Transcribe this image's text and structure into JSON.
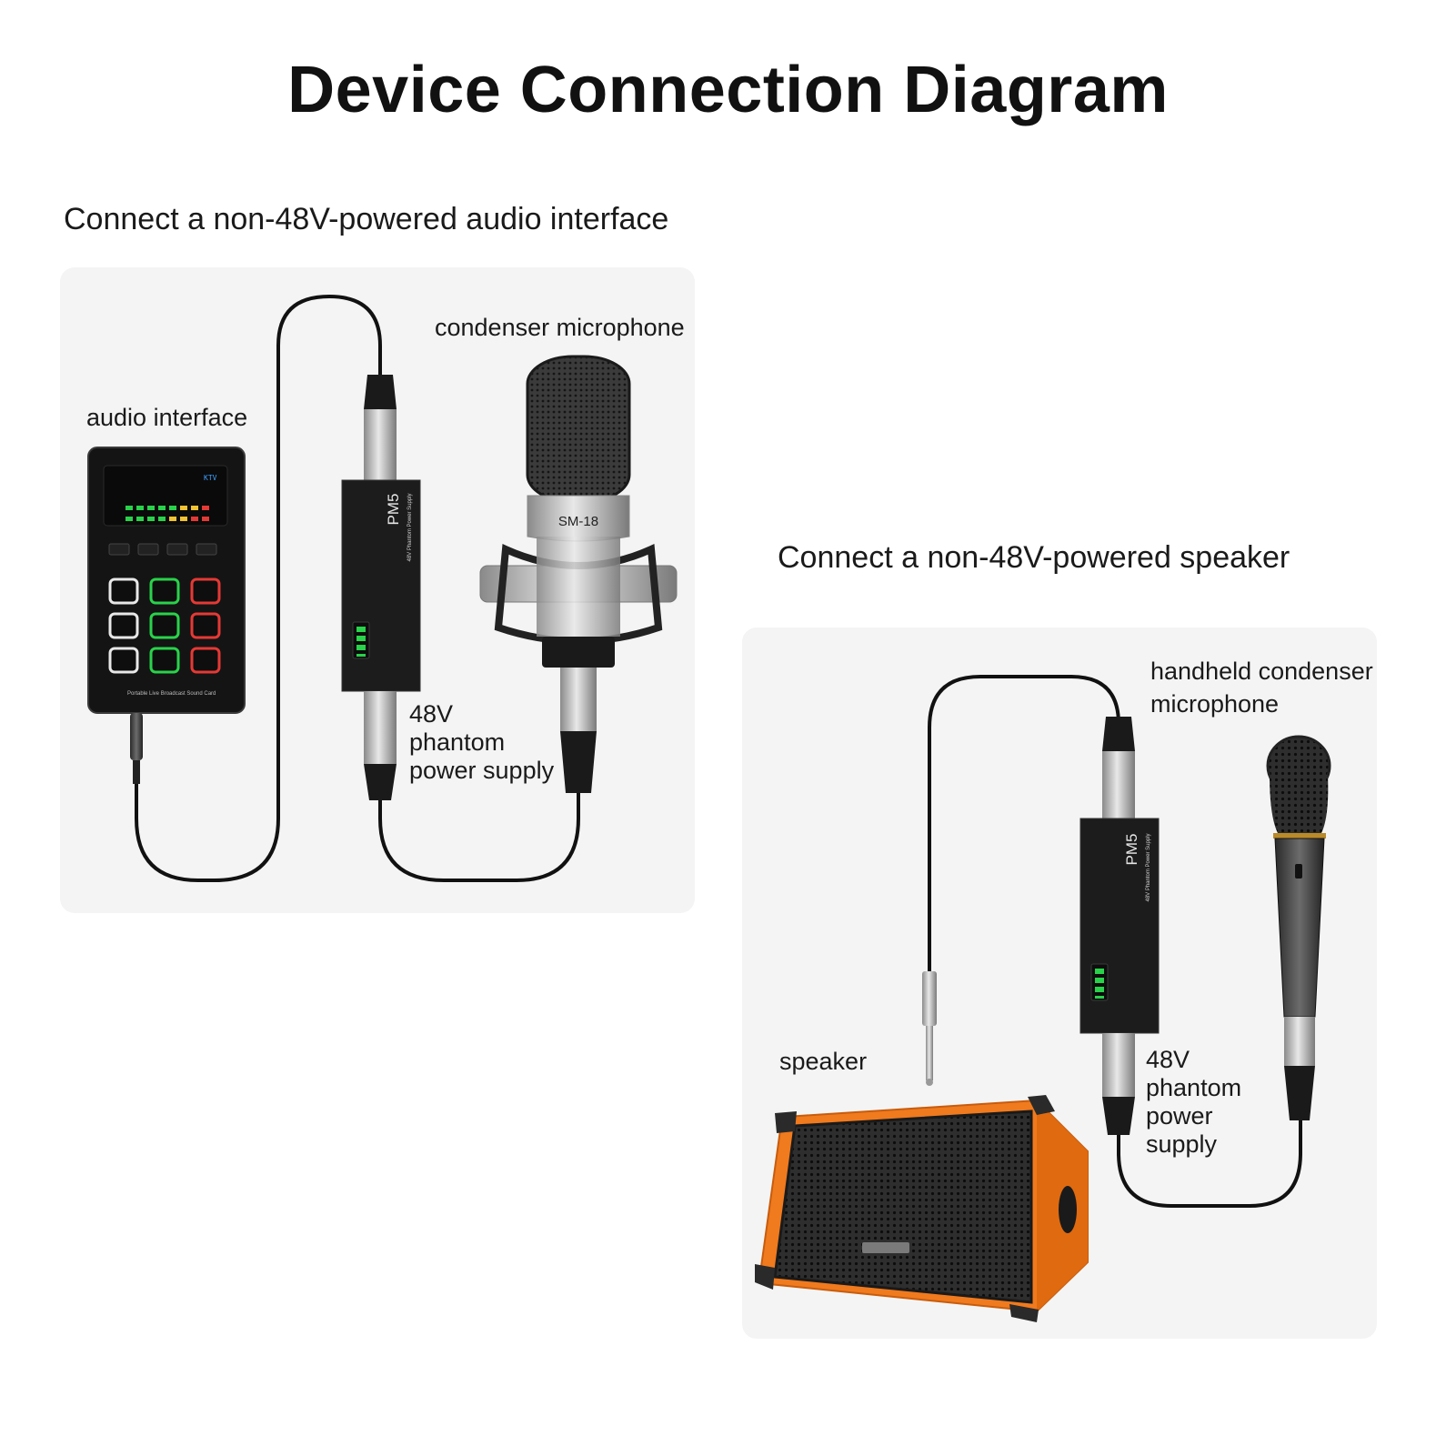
{
  "title": "Device Connection Diagram",
  "section1": {
    "heading": "Connect a non-48V-powered audio interface",
    "labels": {
      "audio_interface": "audio interface",
      "condenser_microphone": "condenser microphone",
      "phantom_line1": "48V",
      "phantom_line2": "phantom",
      "phantom_line3": "power supply"
    },
    "device": {
      "model": "PM5",
      "sub": "48V Phantom Power Supply"
    },
    "mic_model": "SM-18",
    "interface_tag": "KTV",
    "interface_footer": "Portable Live Broadcast Sound Card"
  },
  "section2": {
    "heading": "Connect a non-48V-powered speaker",
    "labels": {
      "handheld_line1": "handheld condenser",
      "handheld_line2": "microphone",
      "speaker": "speaker",
      "phantom_line1": "48V",
      "phantom_line2": "phantom",
      "phantom_line3": "power",
      "phantom_line4": "supply"
    },
    "device": {
      "model": "PM5",
      "sub": "48V Phantom Power Supply"
    }
  },
  "colors": {
    "panel_bg": "#f4f4f4",
    "device_body": "#1c1c1c",
    "led_green": "#29d24a",
    "speaker_orange": "#f07a1e",
    "mic_silver": "#c9c9c9",
    "cable": "#111111"
  }
}
